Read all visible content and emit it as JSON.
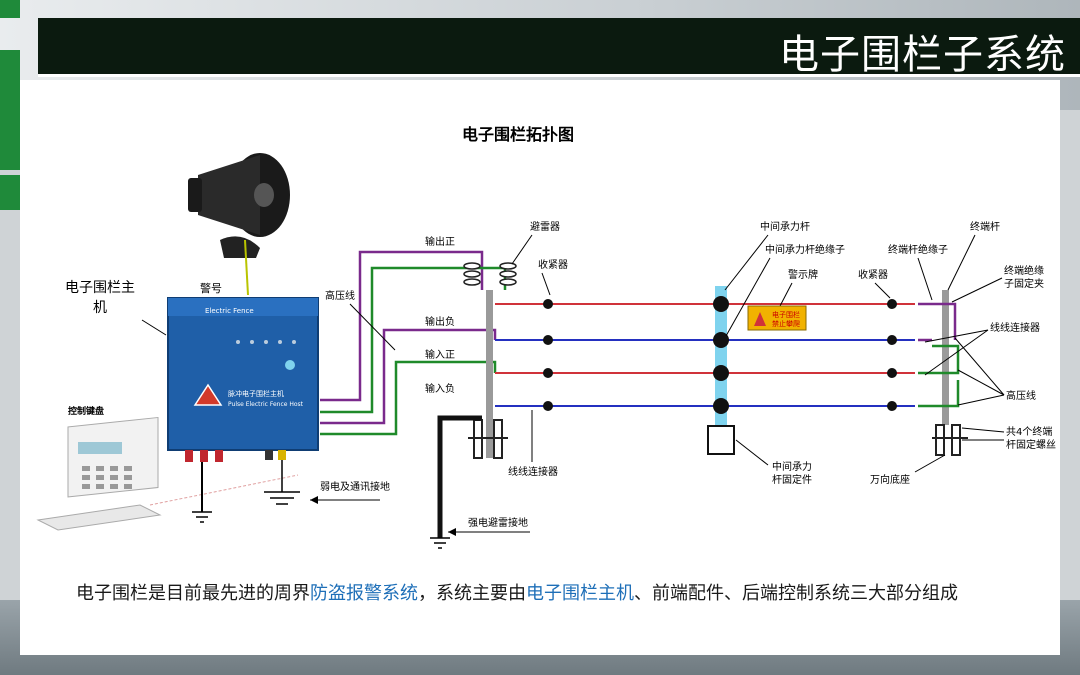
{
  "slide": {
    "title": "电子围栏子系统",
    "caption_parts": [
      "电子围栏是目前最先进的周界",
      "防盗报警系统",
      "，系统主要由",
      "电子围栏主机",
      "、前端配件、后端控制系统三大部分组成"
    ]
  },
  "diagram": {
    "title": "电子围栏拓扑图",
    "labels": {
      "host": "电子围栏主机",
      "alarm": "警号",
      "keyboard": "控制键盘",
      "hv_line": "高压线",
      "out_pos": "输出正",
      "out_neg": "输出负",
      "in_pos": "输入正",
      "in_neg": "输入负",
      "arrester": "避雷器",
      "tensioner_left": "收紧器",
      "mid_pole": "中间承力杆",
      "mid_insulator": "中间承力杆绝缘子",
      "warning_sign": "警示牌",
      "tensioner_right": "收紧器",
      "end_pole": "终端杆",
      "end_insulator": "终端杆绝缘子",
      "end_insulator_clip": "终端绝缘子固定夹",
      "wire_connector_right": "线线连接器",
      "hv_line_right": "高压线",
      "end_bolts": "共4个终端杆固定螺丝",
      "wire_connector_left": "线线连接器",
      "mid_fix": "中间承力杆固定件",
      "universal_base": "万向底座",
      "weak_ground": "弱电及通讯接地",
      "strong_ground": "强电避雷接地",
      "device_cn": "脉冲电子围栏主机",
      "device_en": "Pulse Electric Fence Host",
      "sign_line1": "电子围栏",
      "sign_line2": "禁止攀爬"
    }
  },
  "colors": {
    "purple": "#7a2a8c",
    "green": "#1f8a2a",
    "red": "#d0323a",
    "blue": "#2430c0",
    "pole": "#7fd3ee",
    "device": "#1f5fa8",
    "title_bar": "#0b1a0f",
    "accent_green": "#1f8a3a",
    "link": "#1e6fb8"
  },
  "icons": [
    "siren-icon",
    "keypad-icon",
    "ground-icon",
    "warning-sign-icon",
    "insulator-icon",
    "arrester-icon"
  ]
}
